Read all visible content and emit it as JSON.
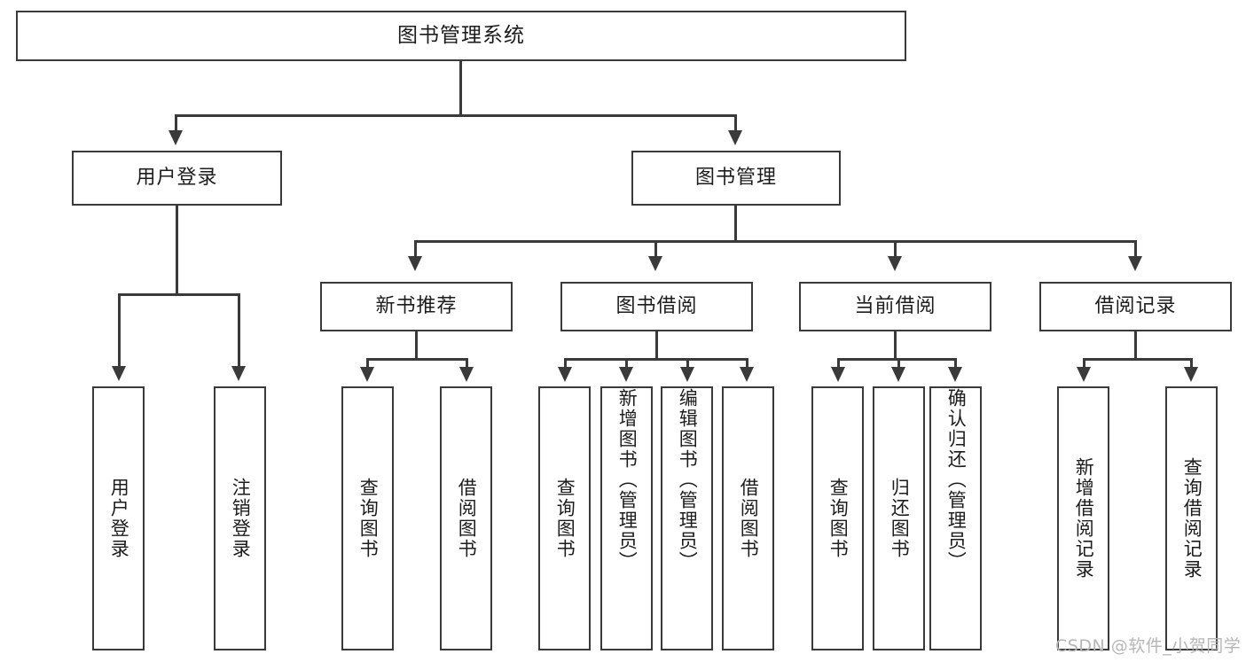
{
  "diagram": {
    "title": "图书管理系统",
    "type": "tree-hierarchy-chart",
    "root": {
      "label": "图书管理系统"
    },
    "level2": [
      {
        "label": "用户登录"
      },
      {
        "label": "图书管理"
      }
    ],
    "level3": [
      {
        "label": "新书推荐"
      },
      {
        "label": "图书借阅"
      },
      {
        "label": "当前借阅"
      },
      {
        "label": "借阅记录"
      }
    ],
    "leaves": {
      "user_login": [
        {
          "label": "用户登录"
        },
        {
          "label": "注销登录"
        }
      ],
      "new_book_recommend": [
        {
          "label": "查询图书"
        },
        {
          "label": "借阅图书"
        }
      ],
      "book_borrow": [
        {
          "label": "查询图书"
        },
        {
          "label": "新增图书（管理员）"
        },
        {
          "label": "编辑图书（管理员）"
        },
        {
          "label": "借阅图书"
        }
      ],
      "current_borrow": [
        {
          "label": "查询图书"
        },
        {
          "label": "归还图书"
        },
        {
          "label": "确认归还（管理员）"
        }
      ],
      "borrow_record": [
        {
          "label": "新增借阅记录"
        },
        {
          "label": "查询借阅记录"
        }
      ]
    }
  },
  "watermark": {
    "text": "CSDN @软件_小贺同学"
  },
  "colors": {
    "stroke": "#3a3a3a",
    "text": "#1c1c1c",
    "background": "#ffffff",
    "watermark": "#b6b6b6"
  }
}
